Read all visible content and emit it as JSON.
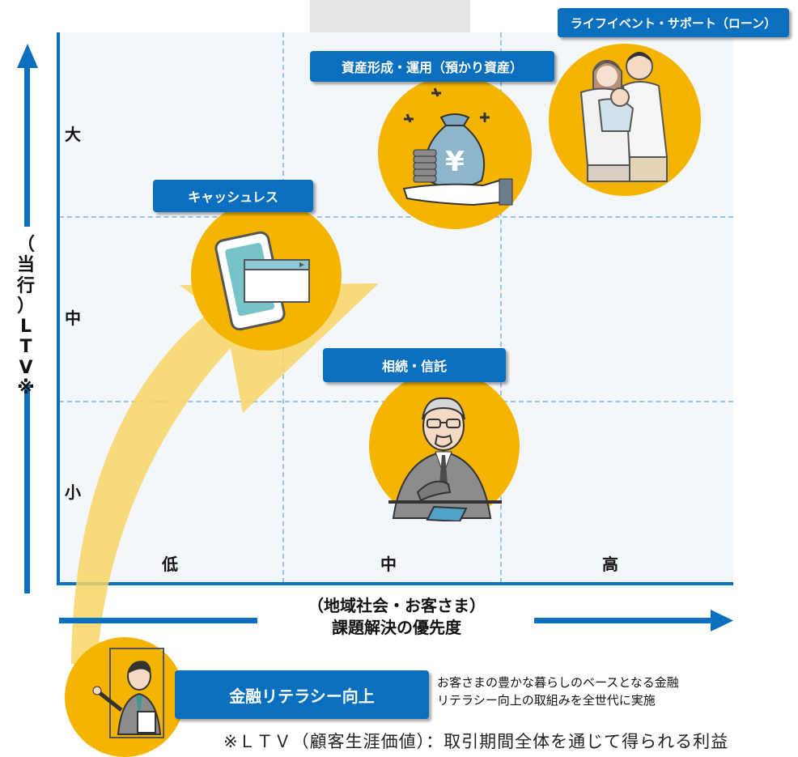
{
  "y_axis": {
    "title_chars": [
      "（",
      "当",
      "行",
      "）",
      "L",
      "T",
      "V",
      "※"
    ],
    "levels": [
      "大",
      "中",
      "小"
    ]
  },
  "x_axis": {
    "title_line1": "（地域社会・お客さま）",
    "title_line2": "課題解決の優先度",
    "levels": [
      "低",
      "中",
      "高"
    ]
  },
  "tags": {
    "life_event": "ライフイベント・サポート（ローン）",
    "asset": "資産形成・運用（預かり資産）",
    "cashless": "キャッシュレス",
    "inheritance": "相続・信託",
    "literacy": "金融リテラシー向上"
  },
  "description": {
    "line1": "お客さまの豊かな暮らしのベースとなる金融",
    "line2": "リテラシー向上の取組みを全世代に実施"
  },
  "footnote": "※ＬＴＶ（顧客生涯価値）：取引期間全体を通じて得られる利益",
  "icons": [
    "family-icon",
    "money-bag-icon",
    "tablet-icon",
    "businessman-icon",
    "teacher-icon"
  ],
  "colors": {
    "blue": "#0b6fc0",
    "yellow": "#f4b400",
    "arrow": "#f7d565",
    "grid": "#9ac3e6"
  }
}
